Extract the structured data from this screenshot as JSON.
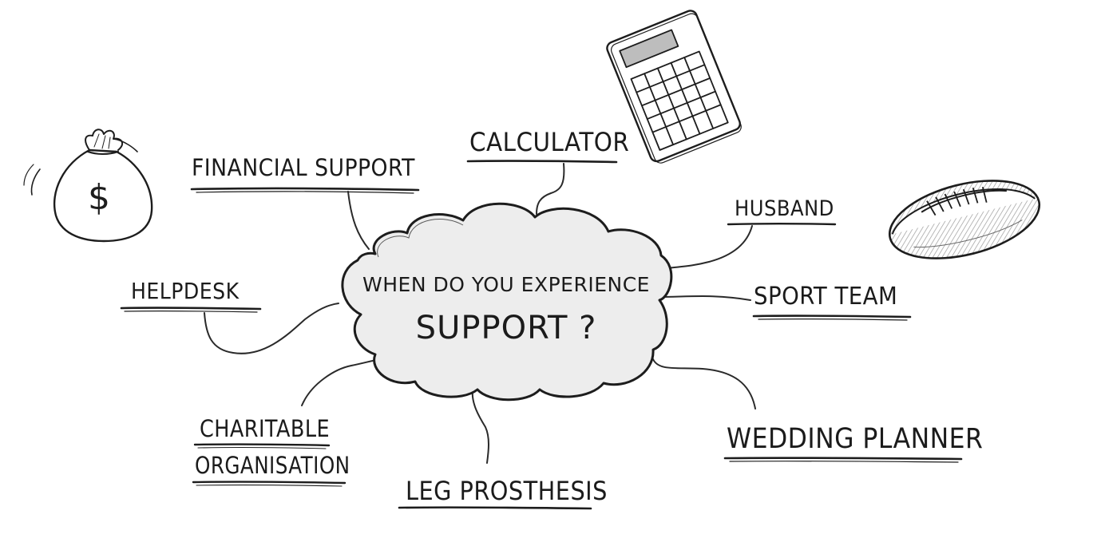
{
  "center": {
    "line1": "WHEN DO YOU EXPERIENCE",
    "line2": "SUPPORT ?"
  },
  "branches": {
    "financial_support": "FINANCIAL SUPPORT",
    "calculator": "CALCULATOR",
    "husband": "HUSBAND",
    "sport_team": "SPORT TEAM",
    "helpdesk": "HELPDESK",
    "charitable_line1": "CHARITABLE",
    "charitable_line2": "ORGANISATION",
    "leg_prosthesis": "LEG PROSTHESIS",
    "wedding_planner": "WEDDING PLANNER"
  },
  "icons": {
    "money_bag": "money-bag-icon",
    "money_bag_symbol": "$",
    "calculator": "calculator-icon",
    "football": "rugby-ball-icon"
  },
  "colors": {
    "ink": "#1d1d1d",
    "cloud_fill": "#ededed",
    "ball_hatch": "#9a9a9a"
  }
}
